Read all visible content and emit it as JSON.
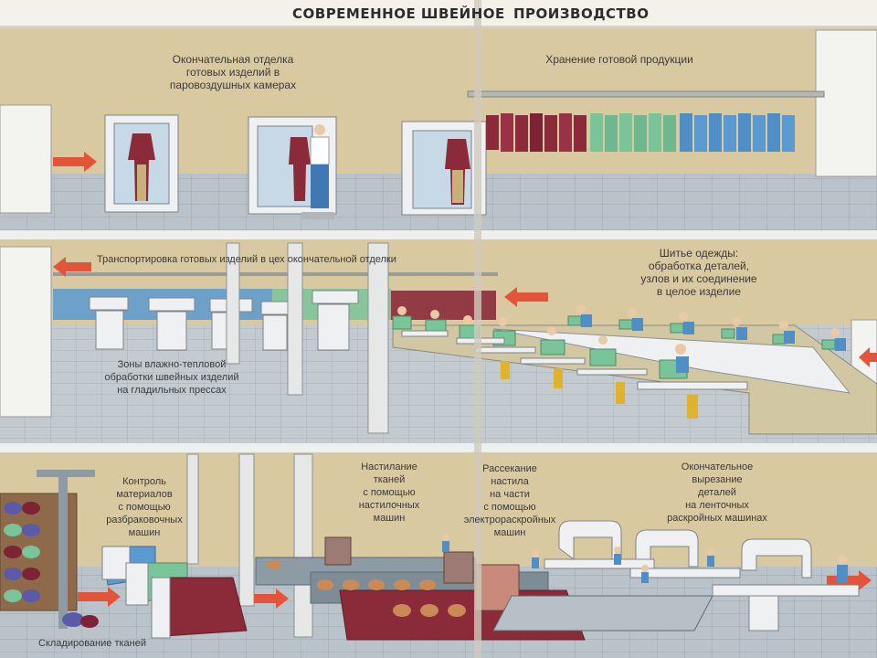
{
  "header": {
    "title_left": "СОВРЕМЕННОЕ ШВЕЙНОЕ",
    "title_right": "ПРОИЗВОДСТВО"
  },
  "labels": {
    "finishing": "Окончательная отделка\nготовых изделий в\nпаровоздушных камерах",
    "storage": "Хранение готовой продукции",
    "transport": "Транспортировка готовых изделий в цех окончательной отделки",
    "sewing": "Шитье одежды:\nобработка деталей,\nузлов и их соединение\nв целое изделие",
    "pressing": "Зоны влажно-тепловой\nобработки швейных изделий\nна гладильных прессах",
    "control": "Контроль\nматериалов\nс помощью\nразбраковочных\nмашин",
    "spreading": "Настилание\nтканей\nс помощью\nнастилочных\nмашин",
    "cutting": "Рассекание\nнастила\nна части\nс помощью\nэлектрораскройных\nмашин",
    "final_cutting": "Окончательное\nвырезание\nдеталей\nна ленточных\nраскройных машинах",
    "warehouse": "Складирование тканей"
  },
  "colors": {
    "wall": "#d8c7a0",
    "floor": "#b9c3c9",
    "floor_tile": "#a9b4bb",
    "arrow": "#e2553a",
    "machine": "#e9ecee",
    "green": "#7ac49a",
    "maroon": "#8b2b3a",
    "blue": "#4f8fc6"
  }
}
